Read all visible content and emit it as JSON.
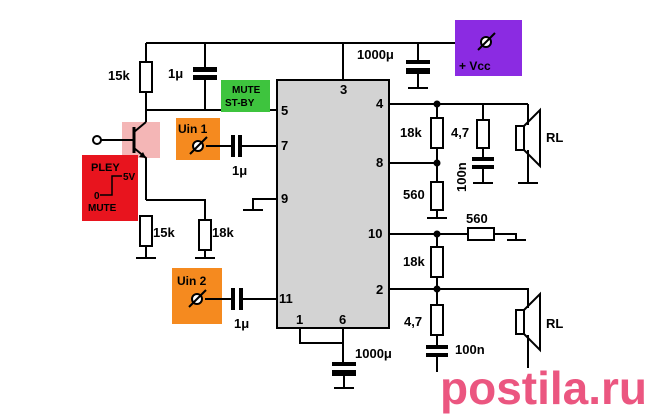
{
  "labels": {
    "r_15k_top": "15k",
    "c_1u_top": "1μ",
    "c_1000u_top": "1000μ",
    "vcc": "+ Vcc",
    "mute_line1": "MUTE",
    "mute_line2": "ST-BY",
    "uin1": "Uin 1",
    "c_1u_in1": "1μ",
    "pley": "PLEY",
    "five_v": "5V",
    "zero": "0",
    "mute": "MUTE",
    "r_15k_bot": "15k",
    "r_18k_bot": "18k",
    "uin2": "Uin 2",
    "c_1u_in2": "1μ",
    "c_1000u_bot": "1000μ",
    "r_18k_out1": "18k",
    "r_4_7_out1": "4,7",
    "c_100n_out1": "100n",
    "r_560_out1": "560",
    "r_560_mid": "560",
    "r_18k_out2": "18k",
    "r_4_7_out2": "4,7",
    "c_100n_out2": "100n",
    "rl_1": "RL",
    "rl_2": "RL",
    "watermark": "postila.ru"
  },
  "pins": {
    "p1": "1",
    "p2": "2",
    "p3": "3",
    "p4": "4",
    "p5": "5",
    "p6": "6",
    "p7": "7",
    "p8": "8",
    "p9": "9",
    "p10": "10",
    "p11": "11"
  },
  "colors": {
    "chip": "#d3d3d3",
    "vcc_box": "#8b2be2",
    "mute_box": "#3ec43e",
    "uin_box": "#f58a1f",
    "switch_box": "#e8141e",
    "transistor_hl": "#f4b6b6",
    "watermark": "#e8396b"
  }
}
